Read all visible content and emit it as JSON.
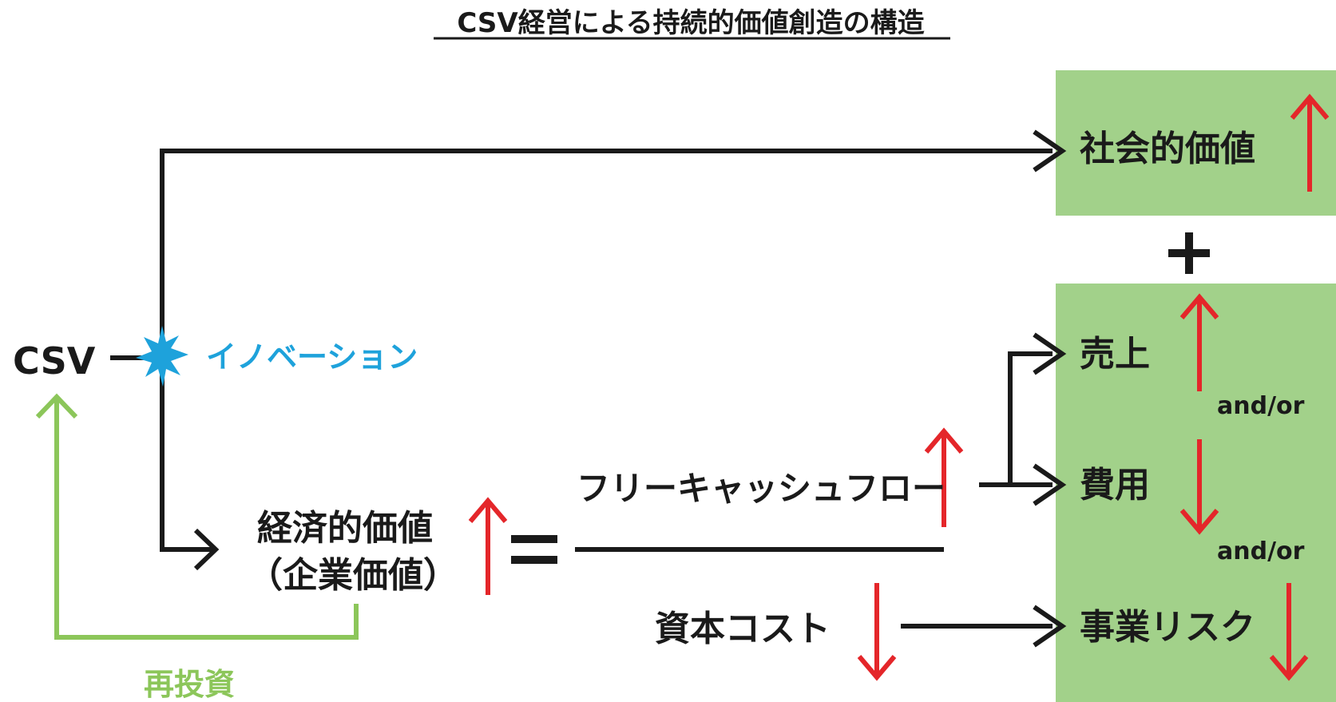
{
  "title": "CSV経営による持続的価値創造の構造",
  "nodes": {
    "csv": "CSV",
    "innovation": "イノベーション",
    "social_value": "社会的価値",
    "plus": "+",
    "economic_value_line1": "経済的価値",
    "economic_value_line2": "（企業価値）",
    "equals": "=",
    "free_cash_flow": "フリーキャッシュフロー",
    "capital_cost": "資本コスト",
    "sales": "売上",
    "costs": "費用",
    "business_risk": "事業リスク",
    "and_or_1": "and/or",
    "and_or_2": "and/or",
    "reinvestment": "再投資"
  },
  "colors": {
    "line": "#1a1a1a",
    "box_fill": "#a2d18a",
    "up_arrow": "#e4262a",
    "innovation": "#1ea2db",
    "reinvest": "#8cc65a"
  }
}
